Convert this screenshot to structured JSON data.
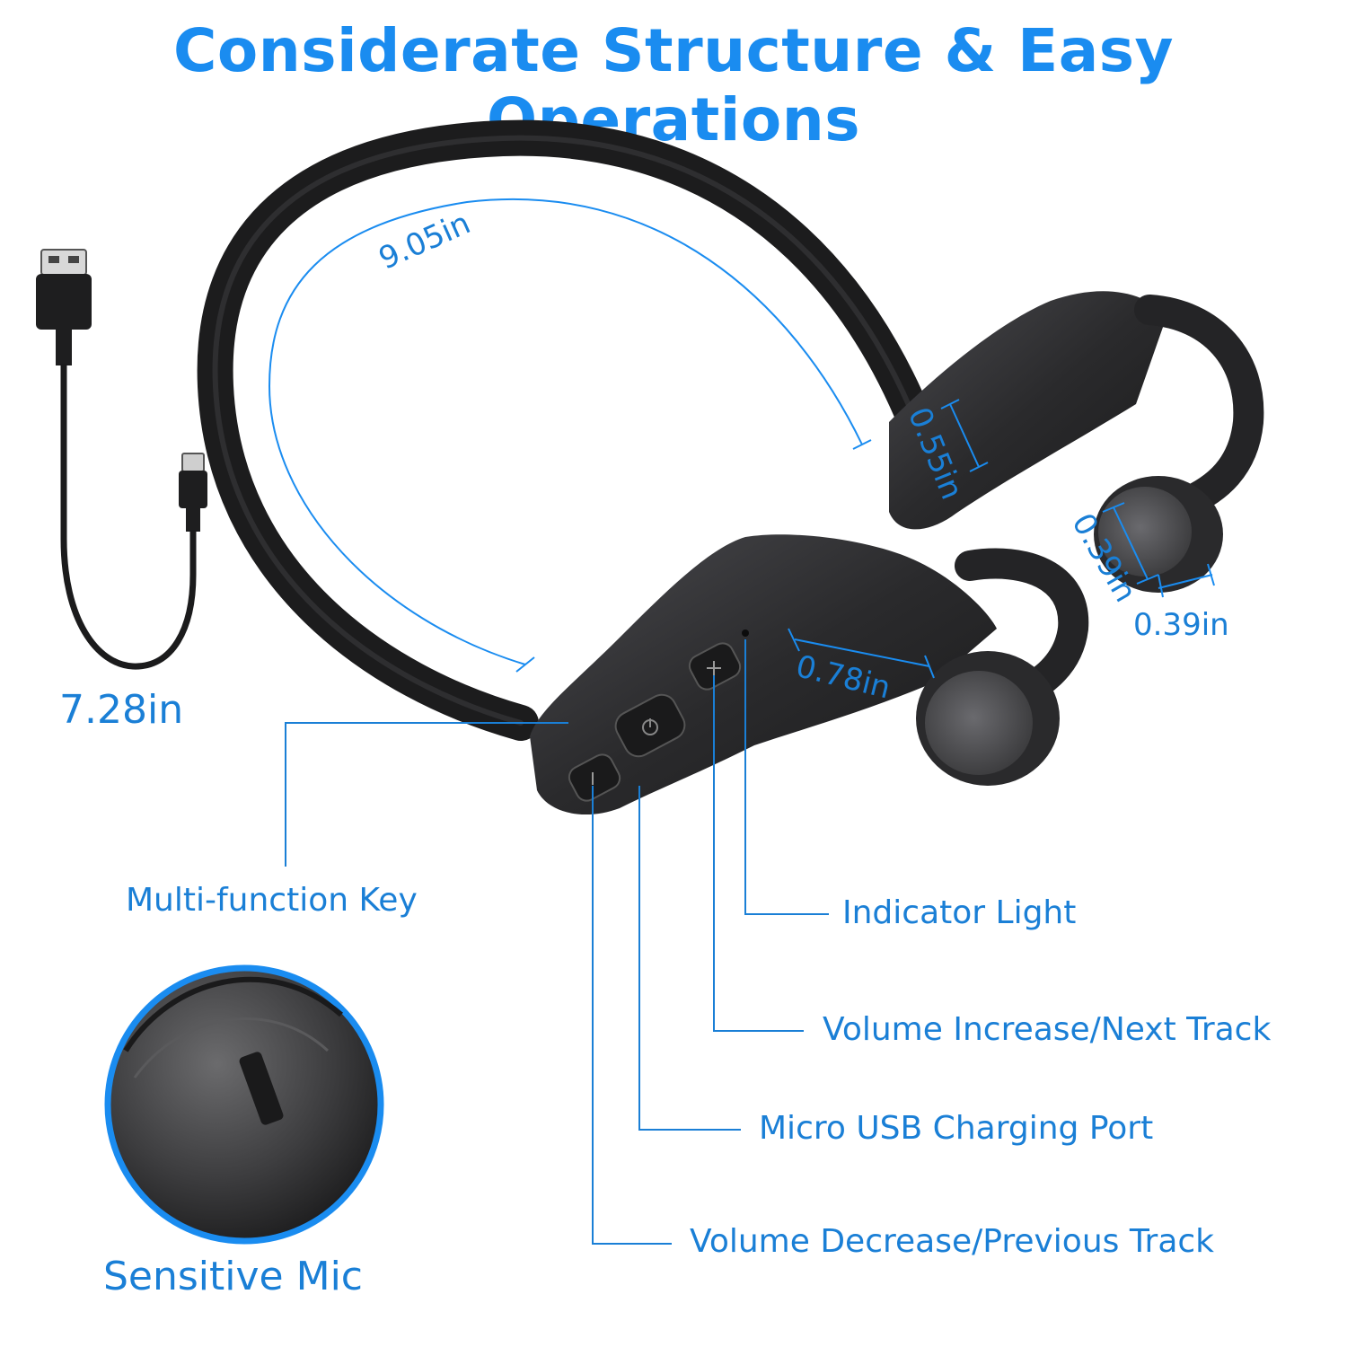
{
  "title": "Considerate Structure & Easy Operations",
  "dimensions": {
    "neckband_length": "9.05in",
    "cable_length": "7.28in",
    "housing_thickness": "0.55in",
    "pad_diameter": "0.39in",
    "pad_depth": "0.39in",
    "hook_width": "0.78in"
  },
  "callouts": {
    "multi_function_key": "Multi-function Key",
    "indicator_light": "Indicator Light",
    "volume_increase": "Volume Increase/Next Track",
    "charging_port": "Micro USB Charging Port",
    "volume_decrease": "Volume Decrease/Previous Track",
    "sensitive_mic": "Sensitive Mic"
  },
  "colors": {
    "accent": "#1a8cf0",
    "label": "#1a7fd6",
    "device": "#2b2b2d"
  },
  "icons": [
    "power-icon",
    "plus-icon",
    "minus-icon",
    "usb-icon"
  ]
}
